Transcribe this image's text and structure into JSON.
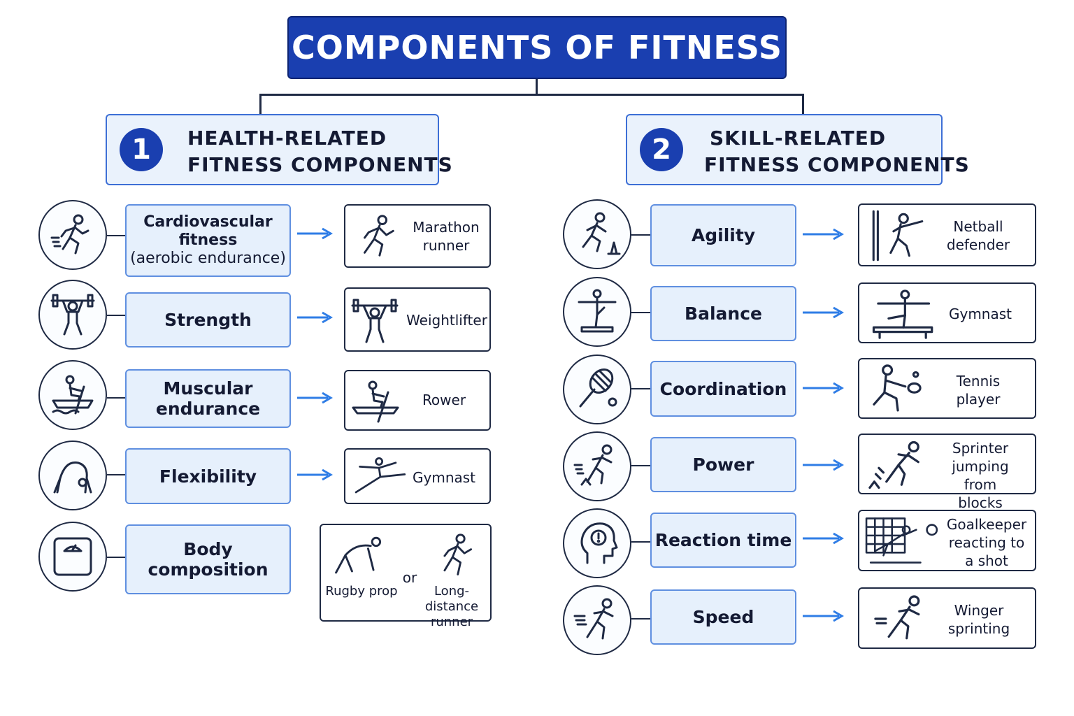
{
  "title": "COMPONENTS OF FITNESS",
  "colors": {
    "primary": "#1a3fb0",
    "box_fill": "#e6f0fc",
    "box_border": "#5f8fe0",
    "arrow": "#2f7de6",
    "line": "#1f2a44"
  },
  "health": {
    "number": "1",
    "title_line1": "HEALTH-RELATED",
    "title_line2": "FITNESS COMPONENTS",
    "items": [
      {
        "icon": "running-person-icon",
        "name_line1": "Cardiovascular",
        "name_line2": "fitness",
        "name_line3": "(aerobic endurance)",
        "example_icon": "marathon-runner-icon",
        "example_line1": "Marathon",
        "example_line2": "runner"
      },
      {
        "icon": "weightlifting-icon",
        "name_line1": "Strength",
        "example_icon": "weightlifter-icon",
        "example_line1": "Weightlifter"
      },
      {
        "icon": "rowing-boat-icon",
        "name_line1": "Muscular",
        "name_line2": "endurance",
        "example_icon": "rower-icon",
        "example_line1": "Rower"
      },
      {
        "icon": "backbend-icon",
        "name_line1": "Flexibility",
        "example_icon": "gymnast-split-leap-icon",
        "example_line1": "Gymnast"
      },
      {
        "icon": "bathroom-scale-icon",
        "name_line1": "Body",
        "name_line2": "composition",
        "example_icon": "rugby-prop-icon",
        "example_line1": "Rugby prop",
        "or_text": "or",
        "example2_icon": "long-distance-runner-icon",
        "example2_line1": "Long-distance",
        "example2_line2": "runner"
      }
    ]
  },
  "skill": {
    "number": "2",
    "title_line1": "SKILL-RELATED",
    "title_line2": "FITNESS COMPONENTS",
    "items": [
      {
        "icon": "agility-cone-icon",
        "name_line1": "Agility",
        "example_icon": "netball-defender-icon",
        "example_line1": "Netball",
        "example_line2": "defender"
      },
      {
        "icon": "balance-beam-icon",
        "name_line1": "Balance",
        "example_icon": "gymnast-beam-icon",
        "example_line1": "Gymnast"
      },
      {
        "icon": "tennis-racket-icon",
        "name_line1": "Coordination",
        "example_icon": "tennis-player-icon",
        "example_line1": "Tennis",
        "example_line2": "player"
      },
      {
        "icon": "sprint-start-icon",
        "name_line1": "Power",
        "example_icon": "sprinter-blocks-icon",
        "example_line1": "Sprinter",
        "example_line2": "jumping from",
        "example_line3": "blocks"
      },
      {
        "icon": "head-alert-icon",
        "name_line1": "Reaction time",
        "example_icon": "goalkeeper-icon",
        "example_line1": "Goalkeeper",
        "example_line2": "reacting to",
        "example_line3": "a shot"
      },
      {
        "icon": "fast-runner-icon",
        "name_line1": "Speed",
        "example_icon": "winger-sprinting-icon",
        "example_line1": "Winger",
        "example_line2": "sprinting"
      }
    ]
  }
}
